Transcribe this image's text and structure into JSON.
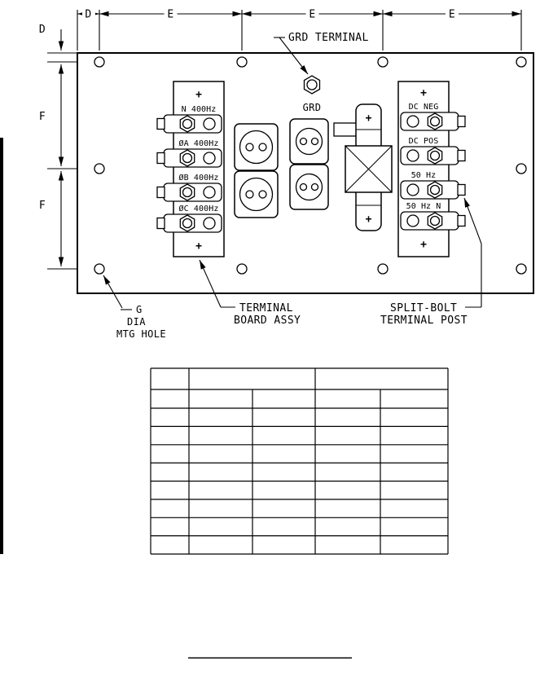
{
  "drawing": {
    "dimensions": {
      "top_d": "D",
      "top_e1": "E",
      "top_e2": "E",
      "top_e3": "E",
      "left_d": "D",
      "left_f1": "F",
      "left_f2": "F"
    },
    "grd": {
      "callout": "GRD TERMINAL",
      "label": "GRD"
    },
    "left_board": {
      "plus_top": "+",
      "plus_bottom": "+",
      "row1": "N 400Hz",
      "row2": "ØA 400Hz",
      "row3": "ØB 400Hz",
      "row4": "ØC 400Hz"
    },
    "right_board": {
      "plus_top": "+",
      "plus_bottom": "+",
      "row1": "DC NEG",
      "row2": "DC POS",
      "row3": "50 Hz",
      "row4": "50 Hz N"
    },
    "fuse_holder": {
      "plus_top": "+",
      "plus_bottom": "+"
    },
    "callouts": {
      "mtg_line1": "G",
      "mtg_line2": "DIA",
      "mtg_line3": "MTG HOLE",
      "board_line1": "TERMINAL",
      "board_line2": "BOARD ASSY",
      "split_line1": "SPLIT-BOLT",
      "split_line2": "TERMINAL POST"
    },
    "colors": {
      "ink": "#000000",
      "paper": "#ffffff"
    }
  }
}
